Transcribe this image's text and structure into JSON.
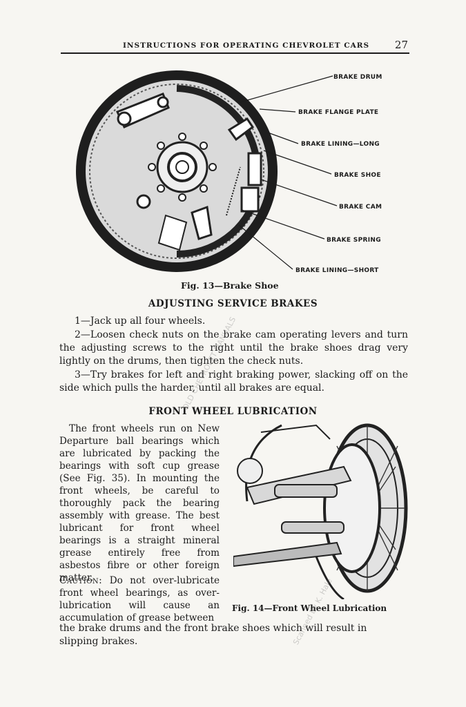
{
  "header": {
    "title": "INSTRUCTIONS FOR OPERATING CHEVROLET CARS",
    "page_number": "27"
  },
  "figure13": {
    "caption": "Fig. 13—Brake Shoe",
    "labels": [
      "BRAKE DRUM",
      "BRAKE FLANGE PLATE",
      "BRAKE LINING—LONG",
      "BRAKE SHOE",
      "BRAKE CAM",
      "BRAKE SPRING",
      "BRAKE LINING—SHORT"
    ]
  },
  "section1": {
    "heading": "ADJUSTING SERVICE BRAKES",
    "steps": [
      "1—Jack up all four wheels.",
      "2—Loosen check nuts on the brake cam operating levers and turn the adjusting screws to the right until the brake shoes drag very lightly on the drums, then tighten the check nuts.",
      "3—Try brakes for left and right braking power, slacking off on the side which pulls the harder, until all brakes are equal."
    ]
  },
  "section2": {
    "heading": "FRONT WHEEL LUBRICATION",
    "paragraph": "The front wheels run on New Departure ball bearings which are lubricated by packing the bearings with soft cup grease (See Fig. 35). In mounting the front wheels, be careful to thoroughly pack the bearing assembly with grease. The best lubricant for front wheel bearings is a straight mineral grease entirely free from asbestos fibre or other foreign matter.",
    "caution_label": "Caution:",
    "caution_text": "Do not over-lubricate front wheel bearings, as over-lubrication will cause an accumulation of grease between",
    "caution_continued": "the brake drums and the front brake shoes which will result in slipping brakes."
  },
  "figure14": {
    "caption": "Fig. 14—Front Wheel Lubrication"
  },
  "watermarks": {
    "diagonal": "OLD CHEVROLET MANUALS",
    "credit": "Scanned by K. Hale"
  }
}
